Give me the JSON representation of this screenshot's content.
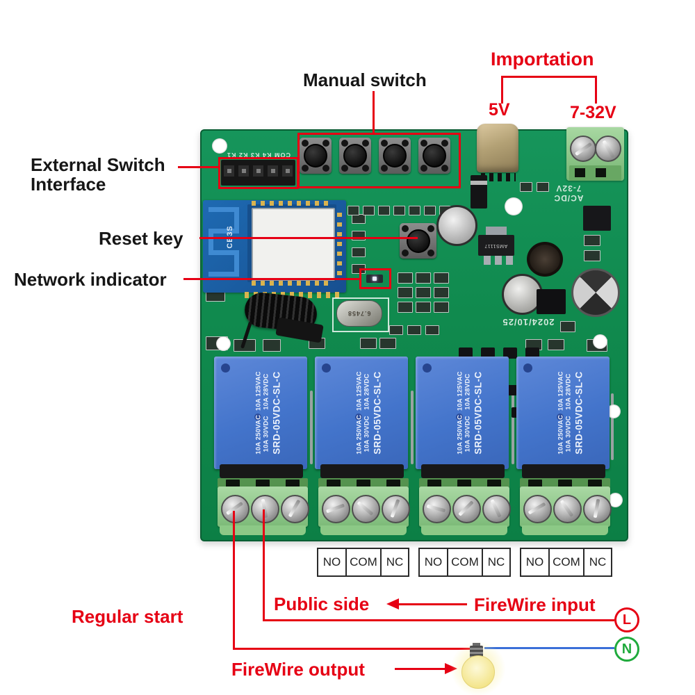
{
  "labels": {
    "manual_switch": "Manual switch",
    "importation": "Importation",
    "input_5v": "5V",
    "input_7_32v": "7-32V",
    "external_switch_line1": "External Switch",
    "external_switch_line2": "Interface",
    "reset_key": "Reset key",
    "network_indicator": "Network indicator",
    "regular_start": "Regular start",
    "public_side": "Public side",
    "firewire_input": "FireWire input",
    "firewire_output": "FireWire output",
    "live_marker": "L",
    "neutral_marker": "N"
  },
  "silkscreen": {
    "switch_header": "COM K4 K3 K2 K1",
    "wifi_module": "CB3S",
    "regulator": "AMS1117",
    "power_line1": "AC/DC",
    "power_line2": "7-32V",
    "date_code": "2024/10/25",
    "crystal": "6.7458"
  },
  "relay_label": {
    "ratings_line1": "10A 250VAC  10A 125VAC",
    "ratings_line2": "10A 30VDC   10A 28VDC",
    "model": "SRD-05VDC-SL-C"
  },
  "terminal_tables": {
    "columns": [
      "NO",
      "COM",
      "NC"
    ]
  },
  "colors": {
    "annotation_red": "#e60014",
    "annotation_black": "#161616",
    "pcb_green": "#108a4e",
    "relay_blue": "#4374cb",
    "terminal_green": "#8dc98b",
    "wifi_module_blue": "#1a5ea6",
    "neutral_wire_blue": "#3a6fd8",
    "live_red": "#e60014",
    "neutral_green": "#1faa3c",
    "bulb_yellow": "#f5e78a"
  }
}
